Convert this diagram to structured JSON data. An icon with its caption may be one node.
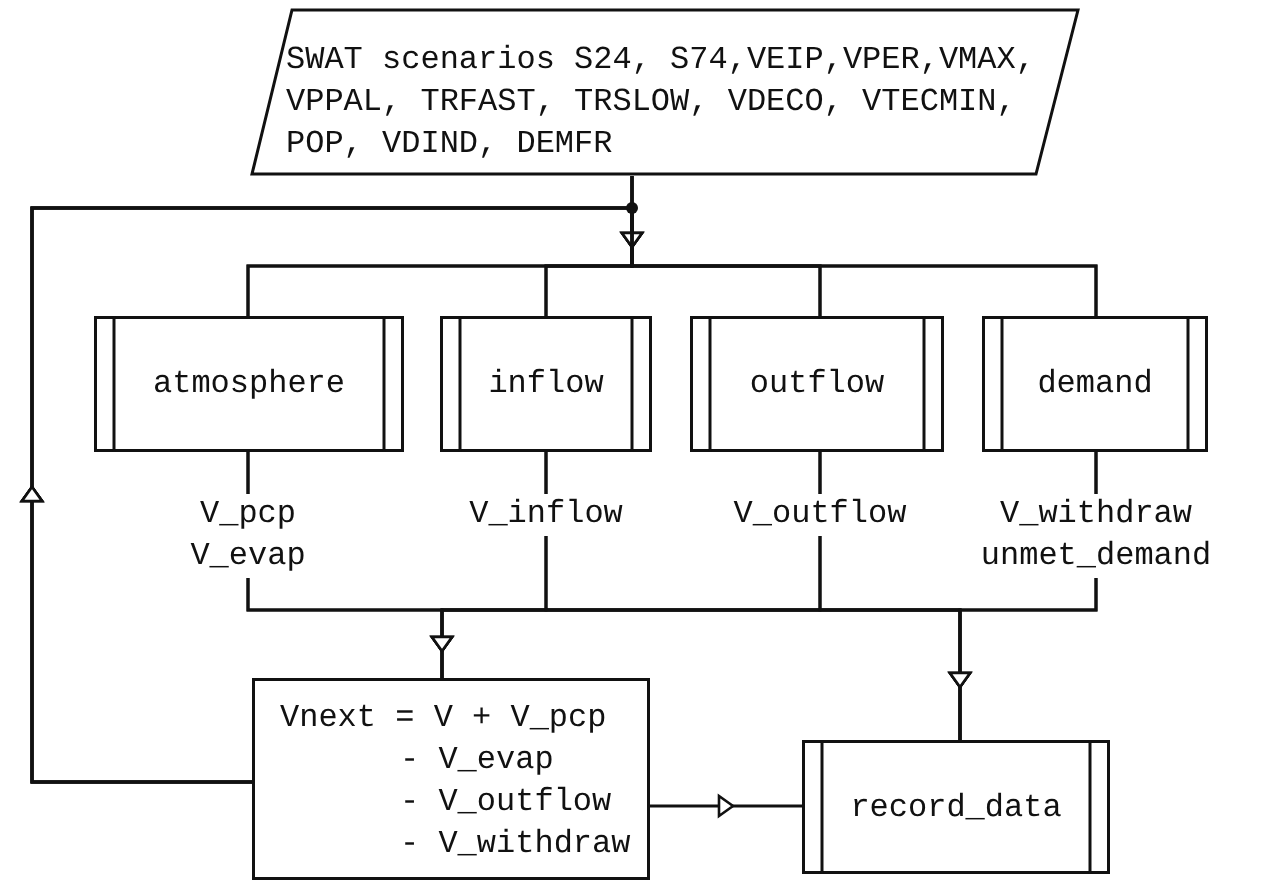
{
  "diagram": {
    "nodes": [
      {
        "text": [
          "SWAT scenarios S24, S74,VEIP,VPER,VMAX, VPPAL, TRFAST, TRSLOW, VDECO, VTECMIN, POP, VDIND, DEMFR"
        ]
      },
      {
        "text": [
          "atmosphere"
        ]
      },
      {
        "text": [
          "inflow"
        ]
      },
      {
        "text": [
          "outflow"
        ]
      },
      {
        "text": [
          "demand"
        ]
      },
      {
        "text": [
          "Vnext = V + V_pcp",
          "- V_evap",
          "- V_outflow",
          "- V_withdraw"
        ]
      },
      {
        "text": [
          "record_data"
        ]
      }
    ],
    "edges": [
      {
        "from": 0,
        "to": 1,
        "arrow": "to"
      },
      {
        "from": 0,
        "to": 2,
        "arrow": "to"
      },
      {
        "from": 0,
        "to": 3,
        "arrow": "to"
      },
      {
        "from": 0,
        "to": 4,
        "arrow": "to"
      },
      {
        "from": 5,
        "to": 1,
        "arrow": "to"
      },
      {
        "from": 5,
        "to": 2,
        "arrow": "to"
      },
      {
        "from": 5,
        "to": 3,
        "arrow": "to"
      },
      {
        "from": 5,
        "to": 4,
        "arrow": "to"
      },
      {
        "from": 1,
        "to": 5,
        "arrow": "to",
        "label": "V_pcp V_evap"
      },
      {
        "from": 2,
        "to": 5,
        "arrow": "to",
        "label": "V_inflow"
      },
      {
        "from": 3,
        "to": 5,
        "arrow": "to",
        "label": "V_outflow"
      },
      {
        "from": 4,
        "to": 5,
        "arrow": "to",
        "label": "V_withdraw unmet_demand"
      },
      {
        "from": 1,
        "to": 6,
        "arrow": "to"
      },
      {
        "from": 2,
        "to": 6,
        "arrow": "to"
      },
      {
        "from": 3,
        "to": 6,
        "arrow": "to"
      },
      {
        "from": 4,
        "to": 6,
        "arrow": "to"
      },
      {
        "from": 5,
        "to": 6,
        "arrow": "to"
      }
    ]
  }
}
